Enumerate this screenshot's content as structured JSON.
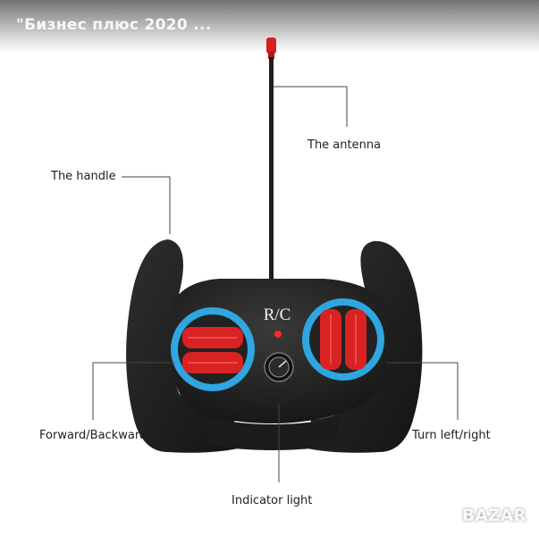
{
  "listing": {
    "title": "\"Бизнес плюс 2020 ..."
  },
  "remote": {
    "badge": "R/C"
  },
  "callouts": {
    "antenna": "The antenna",
    "handle": "The handle",
    "forward_backward": "Forward/Backward",
    "turn": "Turn left/right",
    "indicator": "Indicator light"
  },
  "watermark": "BAZAR",
  "colors": {
    "body": "#1b1b1b",
    "ring": "#2fa6e0",
    "button": "#d92222",
    "antenna_tip": "#d71f1f"
  }
}
